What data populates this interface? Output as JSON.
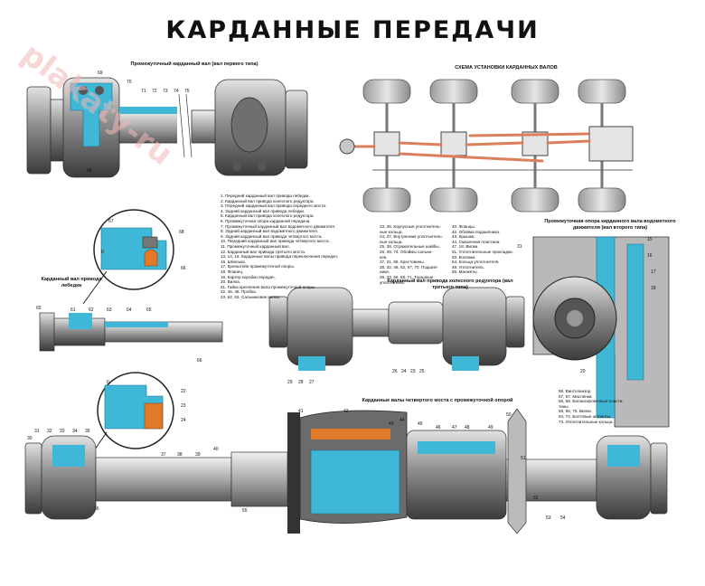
{
  "title": "КАРДАННЫЕ ПЕРЕДАЧИ",
  "captions": {
    "intermediate_shaft": "Промежуточный карданный вал (вал первого типа)",
    "installation_scheme": "СХЕМА УСТАНОВКИ КАРДАННЫХ ВАЛОВ",
    "winch_shaft": "Карданный вал привода лебедки",
    "wheel_reducer_shaft": "Карданный вал привода колесного редуктора (вал третьего типа)",
    "intermediate_support": "Промежуточная опора карданного вала водометного движителя (вал второго типа)",
    "fourth_axle_shafts": "Карданные валы четвертого моста с промежуточной опорой"
  },
  "legend_main": [
    "1. Передний карданный вал привода лебедки.",
    "2. Карданный вал привода колесного редуктора.",
    "3. Передний карданный вал привода переднего моста.",
    "4. Задний карданный вал привода лебедки.",
    "5. Карданный вал привода колесного редуктора.",
    "6. Промежуточная опора карданной передачи.",
    "7. Промежуточный карданный вал водометного движителя.",
    "8. Задний карданный вал водометного движителя.",
    "9. Задний карданный вал привода четвертого моста.",
    "10. Передний карданный вал привода четвертого моста.",
    "11. Промежуточный карданный вал.",
    "12. Карданный вал привода третьего моста.",
    "13, 14, 15. Карданные валы привода переключения передач.",
    "16. Шпилька.",
    "17. Кронштейн промежуточной опоры.",
    "18. Фланец.",
    "19. Картер коробки передач.",
    "20. Вилка.",
    "21. Гайка крепления вала промежуточной опоры.",
    "22. 46, 48. Пробка.",
    "23. 62, 63. Сальниковая вилка."
  ],
  "legend_middle": [
    "23, 36. Корпусные уплотнитель-",
    "ные кольца.",
    "24, 37. Внутренние уплотнитель-",
    "ные кольца.",
    "25, 38. Отражательные шайбы.",
    "26, 39, 74. Обоймы сальни-",
    "ков.",
    "27, 31, 65. Крестовины.",
    "28, 32, 46, 52, 67, 70. Подшип-",
    "ники.",
    "29, 33, 56, 68, 71. Торцовые",
    "уплотнители."
  ],
  "legend_right": [
    "40. Фланцы.",
    "42. Обойма подшипника.",
    "43. Крышки.",
    "44. Смазочная пластина.",
    "47. 18. Вилки.",
    "51. Уплотнительные прокладки.",
    "53. Колпаки.",
    "54. Кольца уплотнителя.",
    "49. Уплотнитель.",
    "55. Манжеты."
  ],
  "legend_bottom_right": [
    "58. Винтолинзор.",
    "57, 57. Масленки.",
    "56, 58. Балансировочные пласти-",
    "тины.",
    "59, 66, 75. Вилки.",
    "64, 72. Болтовые шплинты.",
    "73. Уплотнительные кольца."
  ],
  "callouts": {
    "top_shaft": [
      "69",
      "70",
      "71",
      "72",
      "73",
      "74",
      "75",
      "68"
    ],
    "winch_detail": [
      "67",
      "68",
      "66",
      "II"
    ],
    "winch_shaft": [
      "60",
      "61",
      "62",
      "63",
      "64",
      "65",
      "66"
    ],
    "lower_detail": [
      "II",
      "22",
      "23",
      "24"
    ],
    "wheel_reducer": [
      "26",
      "24",
      "23",
      "25",
      "29",
      "28",
      "27"
    ],
    "support": [
      "31",
      "15",
      "16",
      "17",
      "18",
      "20"
    ],
    "fourth_axle": [
      "30",
      "31",
      "32",
      "33",
      "34",
      "35",
      "36",
      "37",
      "38",
      "39",
      "40",
      "41",
      "42",
      "43",
      "44",
      "45",
      "46",
      "47",
      "48",
      "49",
      "50",
      "51",
      "52",
      "53",
      "54",
      "55"
    ]
  },
  "watermark": "plakaty-ru",
  "colors": {
    "title": "#111111",
    "metal": "#8a8a8a",
    "metal_dark": "#3a3a3a",
    "metal_light": "#d6d6d6",
    "cutaway": "#3fb7d6",
    "seal": "#e07a2a",
    "scheme_shaft": "#d9805a",
    "wheel": "#bdbdbd",
    "watermark": "#f3b7b7"
  }
}
